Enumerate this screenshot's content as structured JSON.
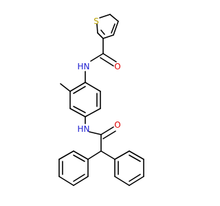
{
  "molecule": {
    "atoms": {
      "sulfur": "S",
      "amide_nitrogen_top": "N",
      "amide_hydrogen_top": "H",
      "carbonyl_oxygen_top": "O",
      "amide_nitrogen_bottom": "N",
      "amide_hydrogen_bottom": "H",
      "carbonyl_oxygen_bottom": "O"
    },
    "colors": {
      "bond": "#000000",
      "sulfur": "#B8A000",
      "nitrogen": "#2020D0",
      "oxygen": "#E00000"
    }
  }
}
